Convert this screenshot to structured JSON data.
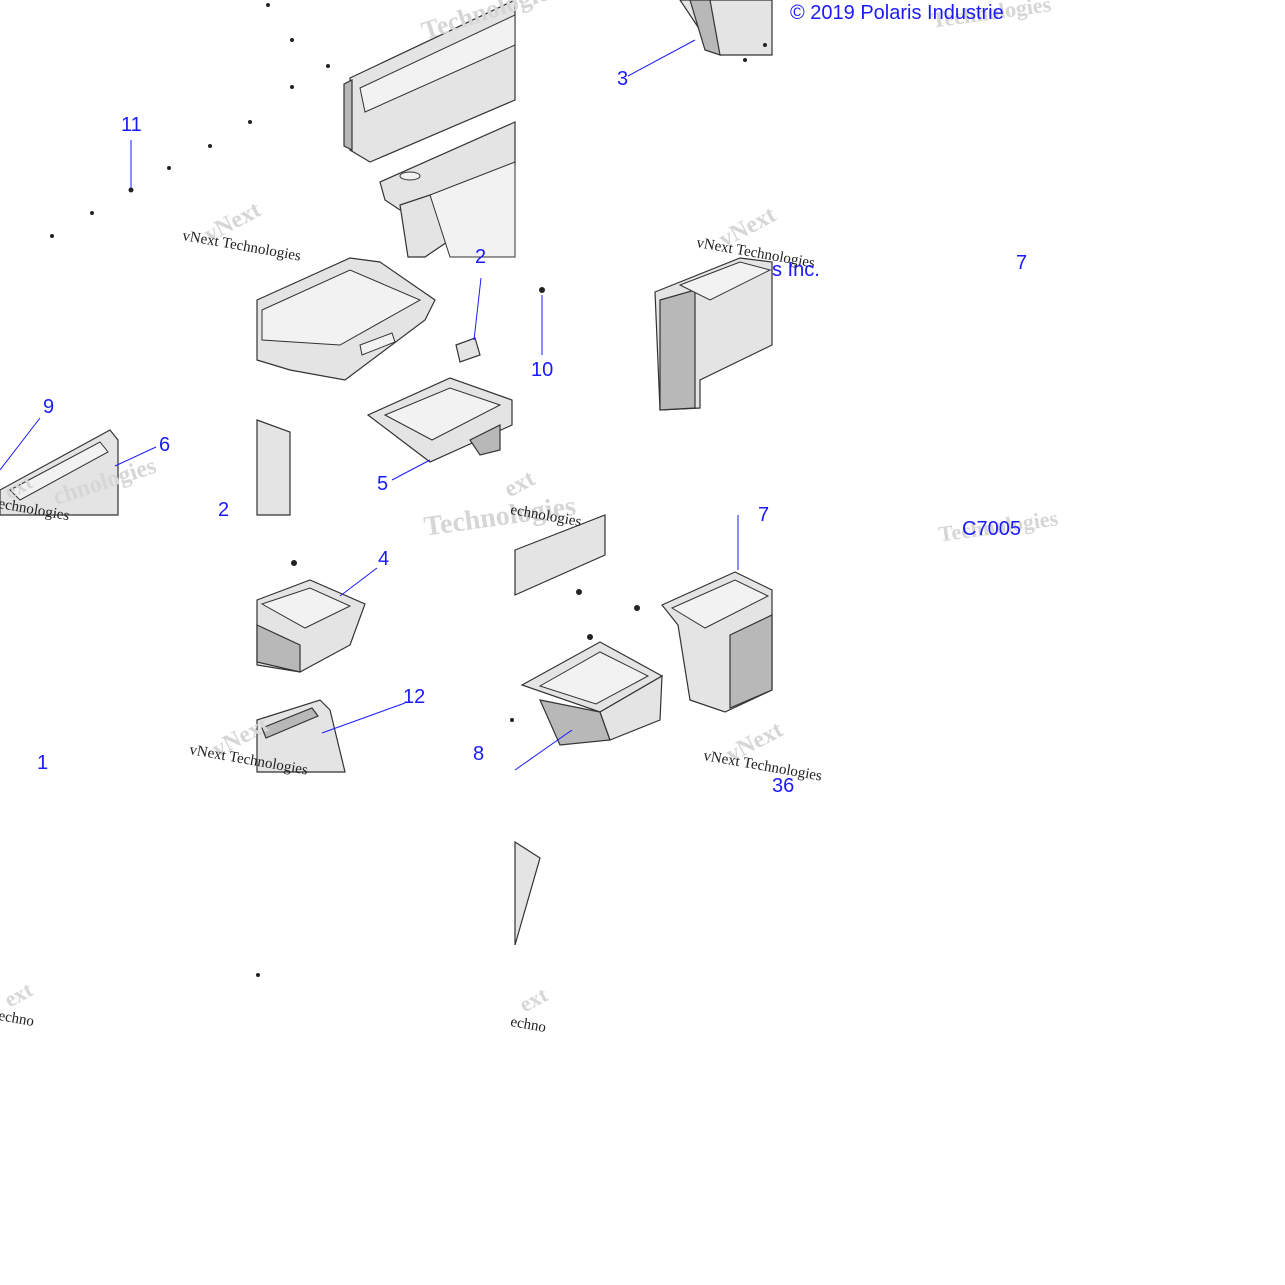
{
  "copyright": "© 2019 Polaris Industrie",
  "copyright_tail": "s Inc.",
  "drawing_code": "C7005",
  "drawing_code_tail": "36",
  "watermark": {
    "brand": "vNext",
    "line": "vNext Technologies",
    "company": "Technologies",
    "fragment_1": "echnologies",
    "fragment_2": "ext",
    "fragment_3": "echno",
    "fragment_4": "chnologies"
  },
  "callouts": {
    "c1": "1",
    "c2a": "2",
    "c2b": "2",
    "c3": "3",
    "c4": "4",
    "c5": "5",
    "c6": "6",
    "c7a": "7",
    "c7b": "7",
    "c8": "8",
    "c9": "9",
    "c10": "10",
    "c11": "11",
    "c12": "12"
  },
  "colors": {
    "callout": "#1a1aff",
    "part_fill": "#e4e4e4",
    "part_dark": "#b5b5b5",
    "part_line": "#333333",
    "watermark": "#d6d6d6"
  }
}
